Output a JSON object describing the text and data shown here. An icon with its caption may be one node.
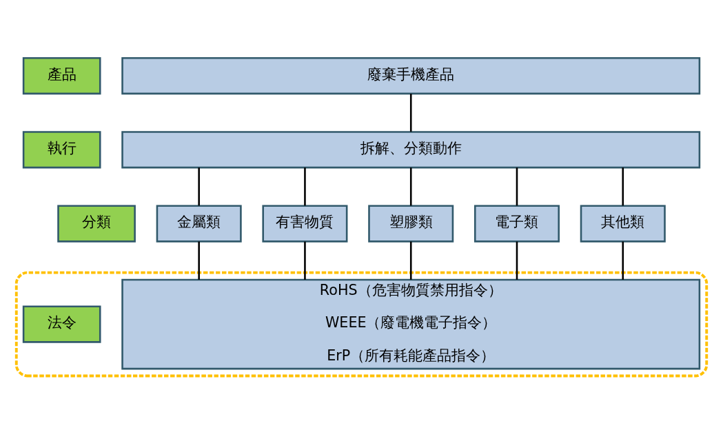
{
  "diagram": {
    "nodes": [
      {
        "text": [
          "產品"
        ]
      },
      {
        "text": [
          "廢棄手機產品"
        ]
      },
      {
        "text": [
          "執行"
        ]
      },
      {
        "text": [
          "拆解、分類動作"
        ]
      },
      {
        "text": [
          "分類"
        ]
      },
      {
        "text": [
          "金屬類"
        ]
      },
      {
        "text": [
          "有害物質"
        ]
      },
      {
        "text": [
          "塑膠類"
        ]
      },
      {
        "text": [
          "電子類"
        ]
      },
      {
        "text": [
          "其他類"
        ]
      },
      {
        "text": [],
        "shape": "box"
      },
      {
        "text": [
          "法令"
        ],
        "in": 10
      },
      {
        "text": [
          "RoHS（危害物質禁用指令）",
          "WEEE（廢電機電子指令）",
          "ErP（所有耗能產品指令）"
        ],
        "in": 10
      }
    ],
    "edges": [
      {
        "from": 1,
        "to": 3,
        "arrow": "none"
      },
      {
        "from": 3,
        "to": 5,
        "arrow": "none"
      },
      {
        "from": 3,
        "to": 6,
        "arrow": "none"
      },
      {
        "from": 3,
        "to": 7,
        "arrow": "none"
      },
      {
        "from": 3,
        "to": 8,
        "arrow": "none"
      },
      {
        "from": 3,
        "to": 9,
        "arrow": "none"
      },
      {
        "from": 5,
        "to": 12,
        "arrow": "none"
      },
      {
        "from": 6,
        "to": 12,
        "arrow": "none"
      },
      {
        "from": 7,
        "to": 12,
        "arrow": "none"
      },
      {
        "from": 8,
        "to": 12,
        "arrow": "none"
      },
      {
        "from": 9,
        "to": 12,
        "arrow": "none"
      }
    ]
  }
}
